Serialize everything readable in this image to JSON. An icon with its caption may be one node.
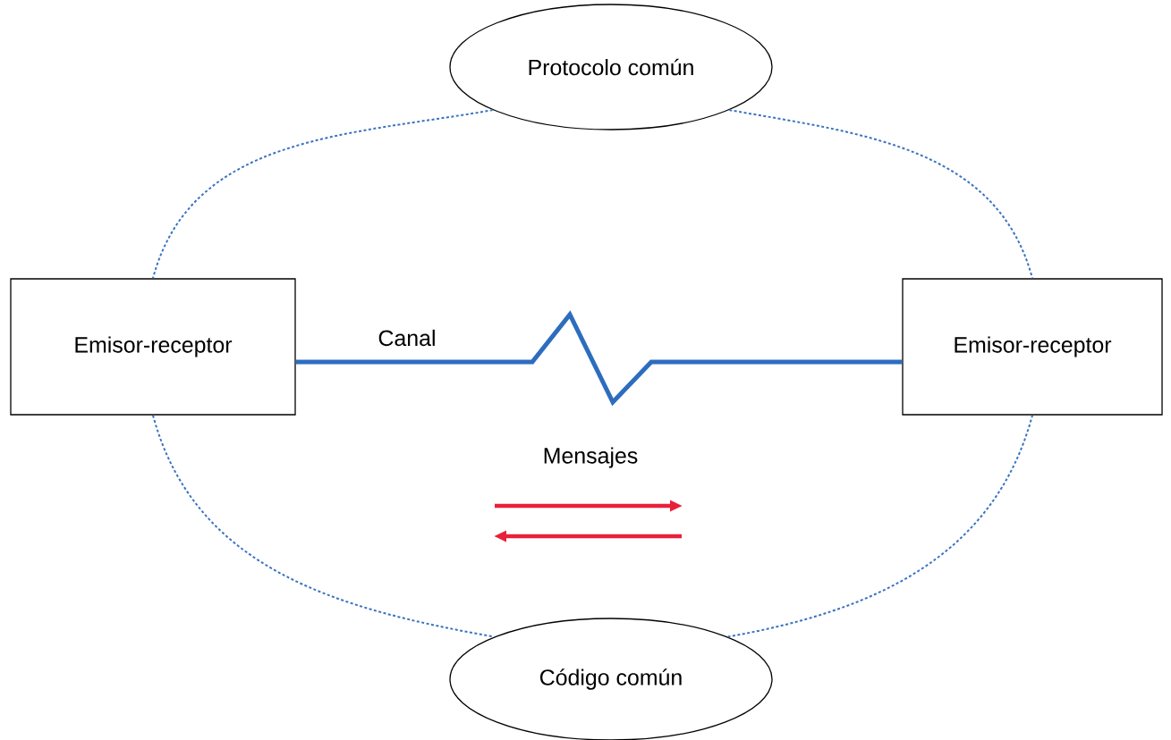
{
  "diagram": {
    "nodes": [
      {
        "text": [
          "Protocolo común"
        ]
      },
      {
        "text": [
          "Emisor-receptor"
        ]
      },
      {
        "text": [
          "Emisor-receptor"
        ]
      },
      {
        "text": [
          "Código común"
        ]
      }
    ],
    "edges": [
      {
        "from": 0,
        "to": 1,
        "arrow": "none",
        "style": "dashed",
        "color": "#3b73c0"
      },
      {
        "from": 0,
        "to": 2,
        "arrow": "none",
        "style": "dashed",
        "color": "#3b73c0"
      },
      {
        "from": 1,
        "to": 3,
        "arrow": "none",
        "style": "dashed",
        "color": "#3b73c0"
      },
      {
        "from": 3,
        "to": 2,
        "arrow": "none",
        "style": "dashed",
        "color": "#3b73c0"
      },
      {
        "from": 1,
        "to": 2,
        "arrow": "none",
        "label": "Canal",
        "style": "thick",
        "color": "#2d6dbf"
      }
    ],
    "labels": [
      "Mensajes"
    ]
  }
}
